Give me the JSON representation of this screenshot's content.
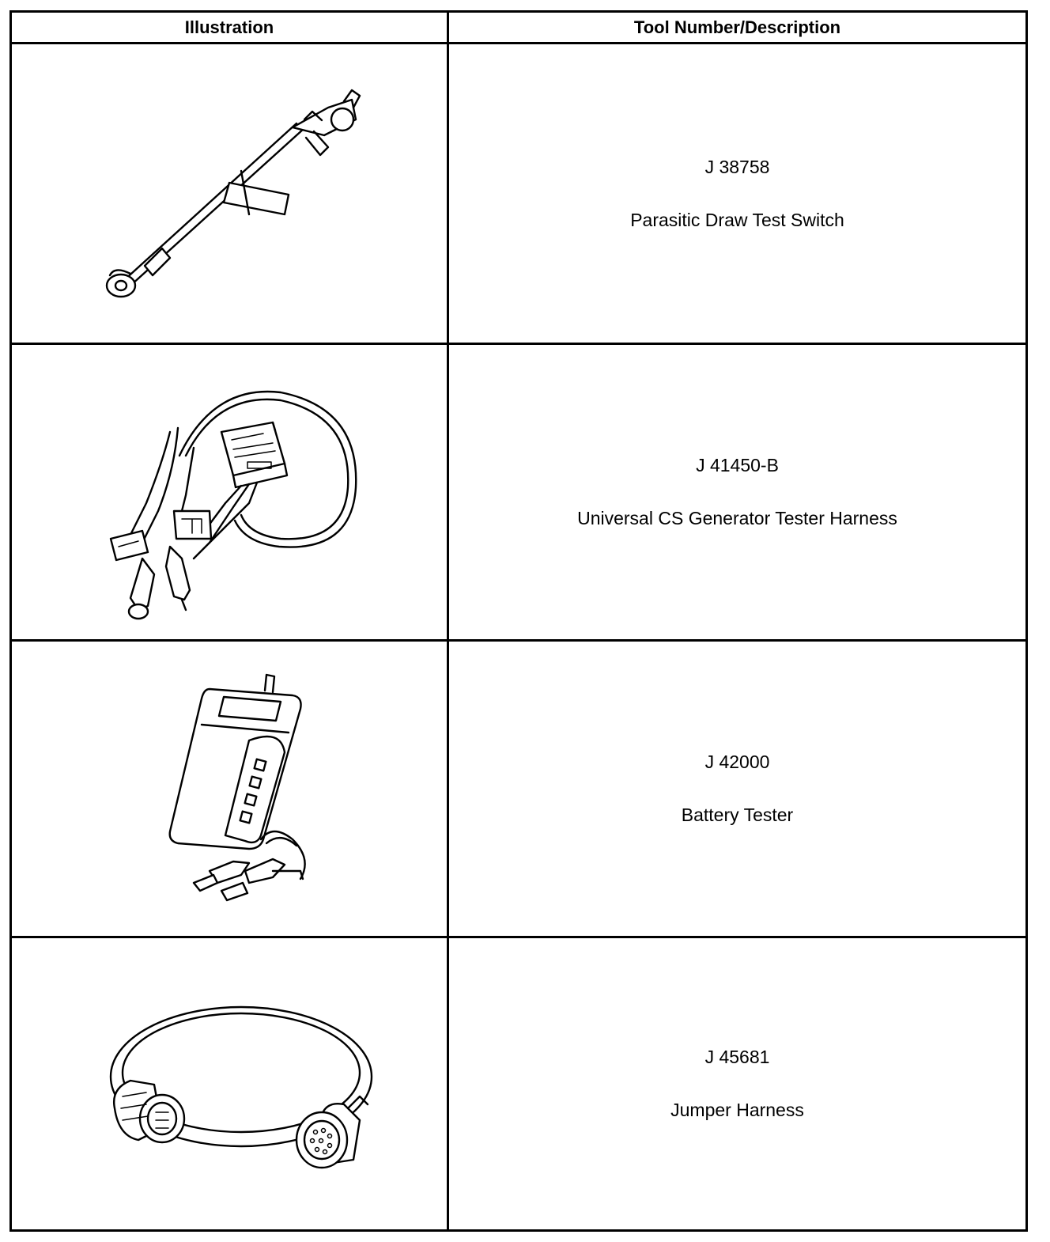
{
  "table": {
    "headers": {
      "illustration": "Illustration",
      "description": "Tool Number/Description"
    },
    "rows": [
      {
        "tool_number": "J 38758",
        "description": "Parasitic Draw Test Switch",
        "icon": "parasitic-draw-test-switch-illustration"
      },
      {
        "tool_number": "J 41450-B",
        "description": "Universal CS Generator Tester Harness",
        "icon": "generator-tester-harness-illustration"
      },
      {
        "tool_number": "J 42000",
        "description": "Battery Tester",
        "icon": "battery-tester-illustration"
      },
      {
        "tool_number": "J 45681",
        "description": "Jumper Harness",
        "icon": "jumper-harness-illustration"
      }
    ]
  }
}
